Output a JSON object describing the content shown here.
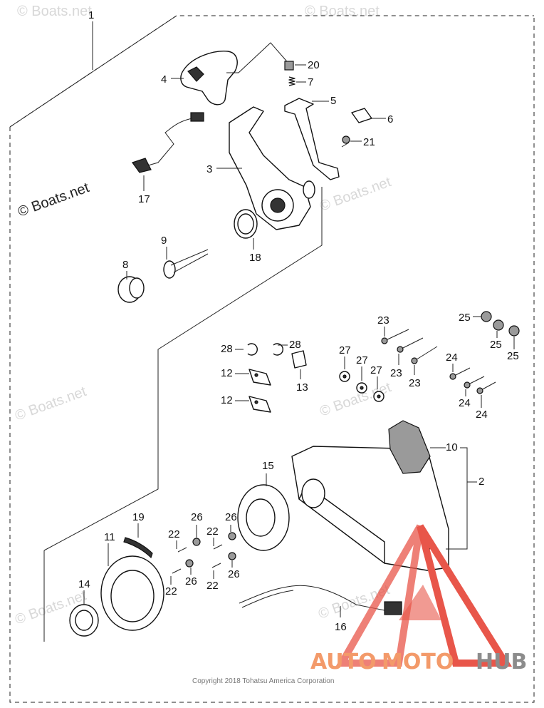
{
  "watermarks": {
    "main": "© Boats.net",
    "faint": "© Boats.net"
  },
  "copyright": "Copyright 2018 Tohatsu America Corporation",
  "logo": {
    "part1": "AUTO",
    "part2": "MOTO",
    "part3": "HUB"
  },
  "callouts": {
    "c1": "1",
    "c2": "2",
    "c3": "3",
    "c4": "4",
    "c5": "5",
    "c6": "6",
    "c7": "7",
    "c8": "8",
    "c9": "9",
    "c10": "10",
    "c11": "11",
    "c12a": "12",
    "c12b": "12",
    "c13": "13",
    "c14": "14",
    "c15": "15",
    "c16": "16",
    "c17": "17",
    "c18": "18",
    "c19": "19",
    "c20": "20",
    "c21": "21",
    "c22a": "22",
    "c22b": "22",
    "c22c": "22",
    "c22d": "22",
    "c23a": "23",
    "c23b": "23",
    "c23c": "23",
    "c24a": "24",
    "c24b": "24",
    "c24c": "24",
    "c25a": "25",
    "c25b": "25",
    "c25c": "25",
    "c26a": "26",
    "c26b": "26",
    "c26c": "26",
    "c26d": "26",
    "c27a": "27",
    "c27b": "27",
    "c27c": "27",
    "c28a": "28",
    "c28b": "28"
  },
  "colors": {
    "logo_orange": "#f39a6a",
    "logo_grey": "#8c8c8c",
    "logo_red": "#e8564a"
  }
}
